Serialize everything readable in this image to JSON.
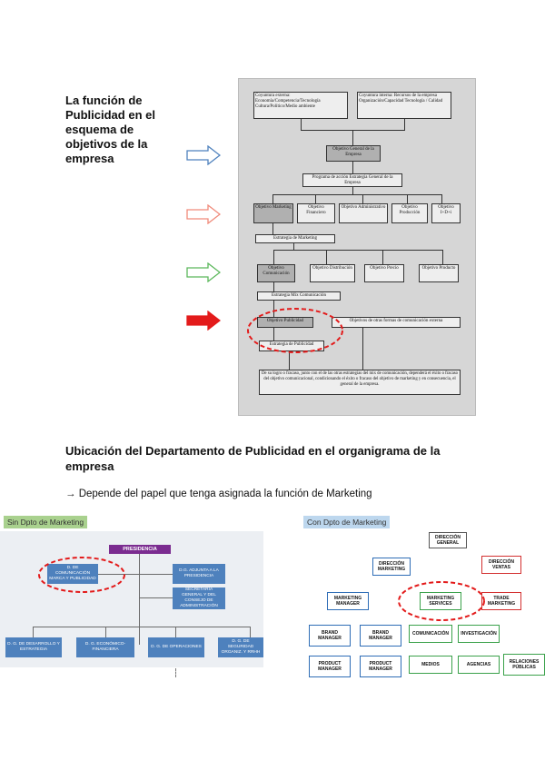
{
  "intro": {
    "text": "La función de Publicidad en el esquema de objetivos de la empresa"
  },
  "book": {
    "ext": "Coyuntura externa: Economía/Competencia/Tecnología Cultura/Político/Medio ambiente",
    "int": "Coyuntura interna: Recursos de la empresa Organización/Capacidad Tecnología / Calidad",
    "general": "Objetivo General de la Empresa",
    "program": "Programa de acción Estrategia General de la Empresa",
    "objs": [
      "Objetivo Marketing",
      "Objetivo Financiero",
      "Objetivo Administrativo",
      "Objetivo Producción",
      "Objetivo I+D+i"
    ],
    "mkt_strategy": "Estrategia de Marketing",
    "mix": [
      "Objetivo Comunicación",
      "Objetivo Distribución",
      "Objetivo Precio",
      "Objetivo Producto"
    ],
    "comm_strategy": "Estrategia Mix Comunicación",
    "adv_obj": "Objetivo Publicidad",
    "other_obj": "Objetivos de otras formas de comunicación externa",
    "adv_strategy": "Estrategia de Publicidad",
    "footer": "De su logro o fracaso, junto con el de las otras estrategias del mix de comunicación, dependerá el éxito o fracaso del objetivo comunicacional, condicionando el éxito o fracaso del objetivo de marketing y en consecuencia, el general de la empresa."
  },
  "heading": "Ubicación del Departamento de Publicidad en el organigrama de la empresa",
  "note": "→ Depende del papel que tenga asignada la función de Marketing",
  "left_tag": "Sin Dpto de Marketing",
  "right_tag": "Con Dpto de Marketing",
  "left_org": {
    "pres": "PRESIDENCIA",
    "comm": "D. DE COMUNICACIÓN MARCA Y PUBLICIDAD",
    "adj": "D.G. ADJUNTA A LA PRESIDENCIA",
    "sec": "SECRETARÍA GENERAL Y DEL CONSEJO DE ADMINISTRACIÓN",
    "bottom": [
      "D. G. DE DESARROLLO Y ESTRATEGIA",
      "D. G. ECONÓMICO-FINANCIERA",
      "D. G. DE OPERACIONES",
      "D. G. DE SEGURIDAD ORGANIZ. Y RRHH"
    ]
  },
  "right_org": {
    "gen": "DIRECCIÓN GENERAL",
    "dmkt": "DIRECCIÓN MARKETING",
    "dven": "DIRECCIÓN VENTAS",
    "mm": "MARKETING MANAGER",
    "ms": "MARKETING SERVICES",
    "tm": "TRADE MARKETING",
    "bm1": "BRAND MANAGER",
    "bm2": "BRAND MANAGER",
    "com": "COMUNICACIÓN",
    "inv": "INVESTIGACIÓN",
    "pm1": "PRODUCT MANAGER",
    "pm2": "PRODUCT MANAGER",
    "med": "MEDIOS",
    "age": "AGENCIAS",
    "rp": "RELACIONES PÚBLICAS"
  }
}
